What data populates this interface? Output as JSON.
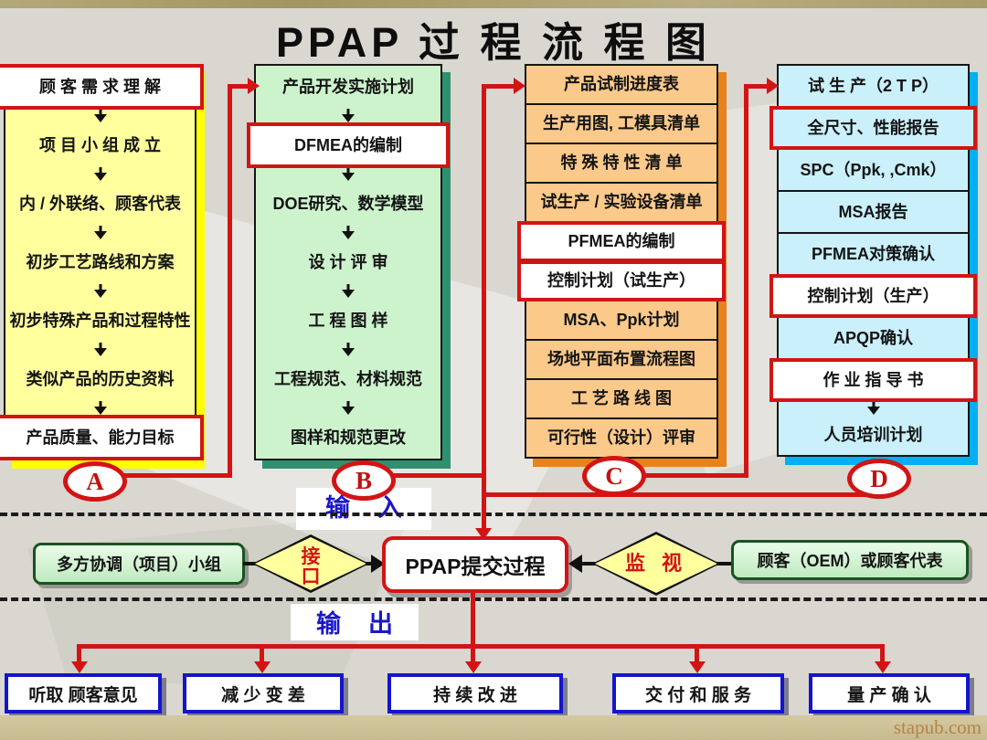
{
  "title": "PPAP 过 程 流 程 图",
  "watermark": "stapub.com",
  "io_labels": {
    "input": "输    入",
    "output": "输    出"
  },
  "columns": [
    {
      "tag": "A",
      "theme": "yellow",
      "arrows": "all",
      "items": [
        {
          "label": "顾 客 需 求 理 解",
          "highlight": true
        },
        {
          "label": "项 目 小 组 成 立"
        },
        {
          "label": "内 / 外联络、顾客代表"
        },
        {
          "label": "初步工艺路线和方案"
        },
        {
          "label": "初步特殊产品和过程特性"
        },
        {
          "label": "类似产品的历史资料"
        },
        {
          "label": "产品质量、能力目标",
          "highlight": true
        }
      ]
    },
    {
      "tag": "B",
      "theme": "green",
      "arrows": "all",
      "items": [
        {
          "label": "产品开发实施计划"
        },
        {
          "label": "DFMEA的编制",
          "highlight": true
        },
        {
          "label": "DOE研究、数学模型"
        },
        {
          "label": "设 计 评 审"
        },
        {
          "label": "工 程 图 样"
        },
        {
          "label": "工程规范、材料规范"
        },
        {
          "label": "图样和规范更改"
        }
      ]
    },
    {
      "tag": "C",
      "theme": "orange",
      "arrows": "none",
      "items": [
        {
          "label": "产品试制进度表"
        },
        {
          "label": "生产用图, 工模具清单"
        },
        {
          "label": "特 殊 特 性 清 单"
        },
        {
          "label": "试生产 / 实验设备清单"
        },
        {
          "label": "PFMEA的编制",
          "highlight": true
        },
        {
          "label": "控制计划（试生产）",
          "highlight": true
        },
        {
          "label": "MSA、Ppk计划"
        },
        {
          "label": "场地平面布置流程图"
        },
        {
          "label": "工 艺 路 线 图"
        },
        {
          "label": "可行性（设计）评审"
        }
      ]
    },
    {
      "tag": "D",
      "theme": "cyan",
      "arrows": "none",
      "items": [
        {
          "label": "试 生 产（2 T P）"
        },
        {
          "label": "全尺寸、性能报告",
          "highlight": true,
          "keep_bg": true
        },
        {
          "label": "SPC（Ppk, ,Cmk）"
        },
        {
          "label": "MSA报告"
        },
        {
          "label": "PFMEA对策确认"
        },
        {
          "label": "控制计划（生产）",
          "highlight": true
        },
        {
          "label": "APQP确认"
        },
        {
          "label": "作 业 指 导 书",
          "highlight": true
        },
        {
          "label": "人员培训计划",
          "arrow_before": true
        }
      ]
    }
  ],
  "process_row": {
    "team_box": "多方协调（项目）小组",
    "interface_diamond": "接\n口",
    "ppap_box": "PPAP提交过程",
    "monitor_diamond": "监 视",
    "customer_box": "顾客（OEM）或顾客代表"
  },
  "outputs": [
    "听取 顾客意见",
    "减 少 变 差",
    "持 续 改 进",
    "交 付 和 服 务",
    "量 产 确 认"
  ],
  "colors": {
    "highlight_red": "#d31414",
    "io_text_blue": "#1a17c8",
    "yellow_fill": "#ffff9e",
    "yellow_shadow": "#ffff00",
    "green_fill": "#cdf3cd",
    "green_shadow": "#2f9070",
    "orange_fill": "#fbc98a",
    "orange_shadow": "#e8821a",
    "cyan_fill": "#c9f0fb",
    "cyan_shadow": "#00b0f0",
    "output_border_blue": "#1414cc",
    "diamond_fill": "#ffff9e"
  }
}
